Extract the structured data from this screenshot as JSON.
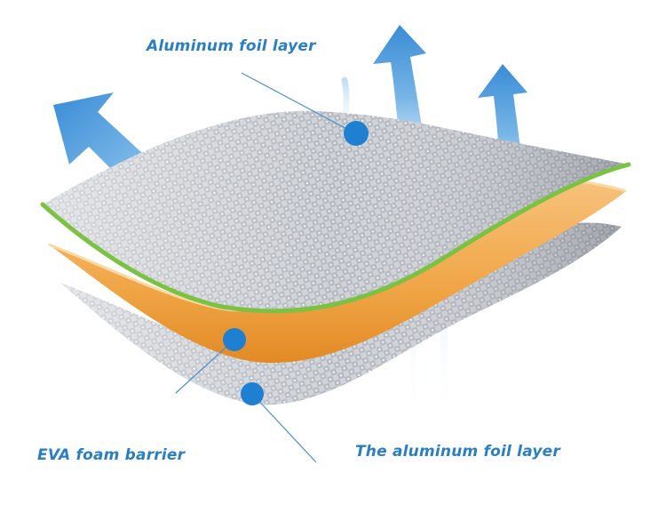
{
  "labels": {
    "top_layer": "Aluminum foil layer",
    "middle_layer": "EVA foam barrier",
    "bottom_layer": "The aluminum foil layer"
  },
  "colors": {
    "label_text": "#2a7fc1",
    "marker_dot": "#1f7fd0",
    "arrow_blue": "#2f86d3",
    "foil_silver": "#c9ccd1",
    "green_edge": "#7cc242",
    "foam_orange": "#f0a545"
  }
}
